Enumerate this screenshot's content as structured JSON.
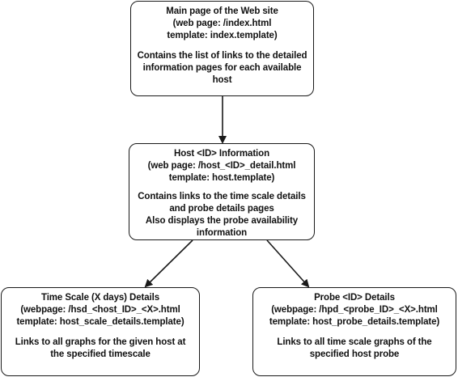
{
  "boxes": {
    "main": {
      "title": "Main page of the Web site",
      "page": "(web page: /index.html",
      "template": "template: index.template)",
      "desc": [
        "Contains the list of links to the detailed",
        "information pages for each available",
        "host"
      ]
    },
    "host": {
      "title": "Host <ID> Information",
      "page": "(web page: /host_<ID>_detail.html",
      "template": "template: host.template)",
      "desc": [
        "Contains links to the time scale details",
        "and probe details pages",
        "Also displays the probe availability",
        "information"
      ]
    },
    "scale": {
      "title": "Time Scale (X days) Details",
      "page": "(webpage: /hsd_<host_ID>_<X>.html",
      "template": "template: host_scale_details.template)",
      "desc": [
        "Links to all graphs for the given host at",
        "the specified timescale"
      ]
    },
    "probe": {
      "title": "Probe <ID> Details",
      "page": "(webpage: /hpd_<probe_ID>_<X>.html",
      "template": "template: host_probe_details.template)",
      "desc": [
        "Links to all time scale graphs of the",
        "specified host probe"
      ]
    }
  },
  "connectors": [
    {
      "from": "main",
      "to": "host"
    },
    {
      "from": "host",
      "to": "scale"
    },
    {
      "from": "host",
      "to": "probe"
    }
  ]
}
